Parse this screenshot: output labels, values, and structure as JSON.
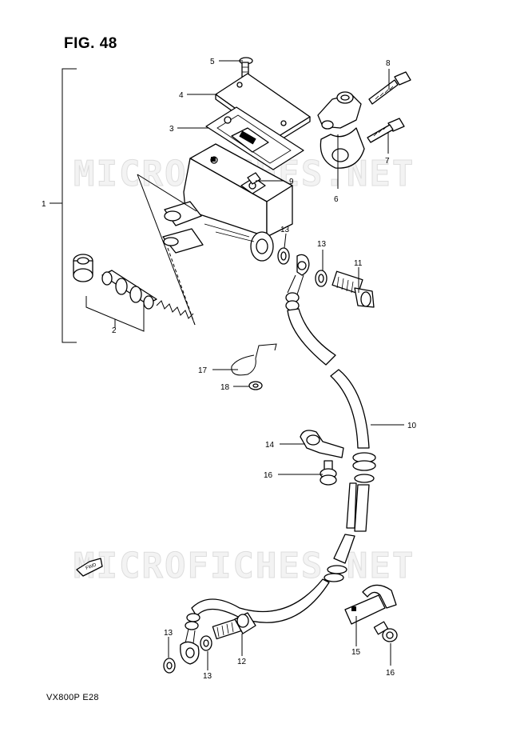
{
  "figure": {
    "title": "FIG. 48",
    "model_code": "VX800P  E28",
    "fwd_label": "FWD"
  },
  "watermark": {
    "text": "MICROFICHES.NET"
  },
  "callouts": [
    {
      "id": "c1",
      "label": "1"
    },
    {
      "id": "c2",
      "label": "2"
    },
    {
      "id": "c3",
      "label": "3"
    },
    {
      "id": "c4",
      "label": "4"
    },
    {
      "id": "c5",
      "label": "5"
    },
    {
      "id": "c6",
      "label": "6"
    },
    {
      "id": "c7",
      "label": "7"
    },
    {
      "id": "c8",
      "label": "8"
    },
    {
      "id": "c9",
      "label": "9"
    },
    {
      "id": "c10",
      "label": "10"
    },
    {
      "id": "c11",
      "label": "11"
    },
    {
      "id": "c12",
      "label": "12"
    },
    {
      "id": "c13a",
      "label": "13"
    },
    {
      "id": "c13b",
      "label": "13"
    },
    {
      "id": "c13c",
      "label": "13"
    },
    {
      "id": "c13d",
      "label": "13"
    },
    {
      "id": "c14",
      "label": "14"
    },
    {
      "id": "c15",
      "label": "15"
    },
    {
      "id": "c16a",
      "label": "16"
    },
    {
      "id": "c16b",
      "label": "16"
    },
    {
      "id": "c17",
      "label": "17"
    },
    {
      "id": "c18",
      "label": "18"
    }
  ]
}
